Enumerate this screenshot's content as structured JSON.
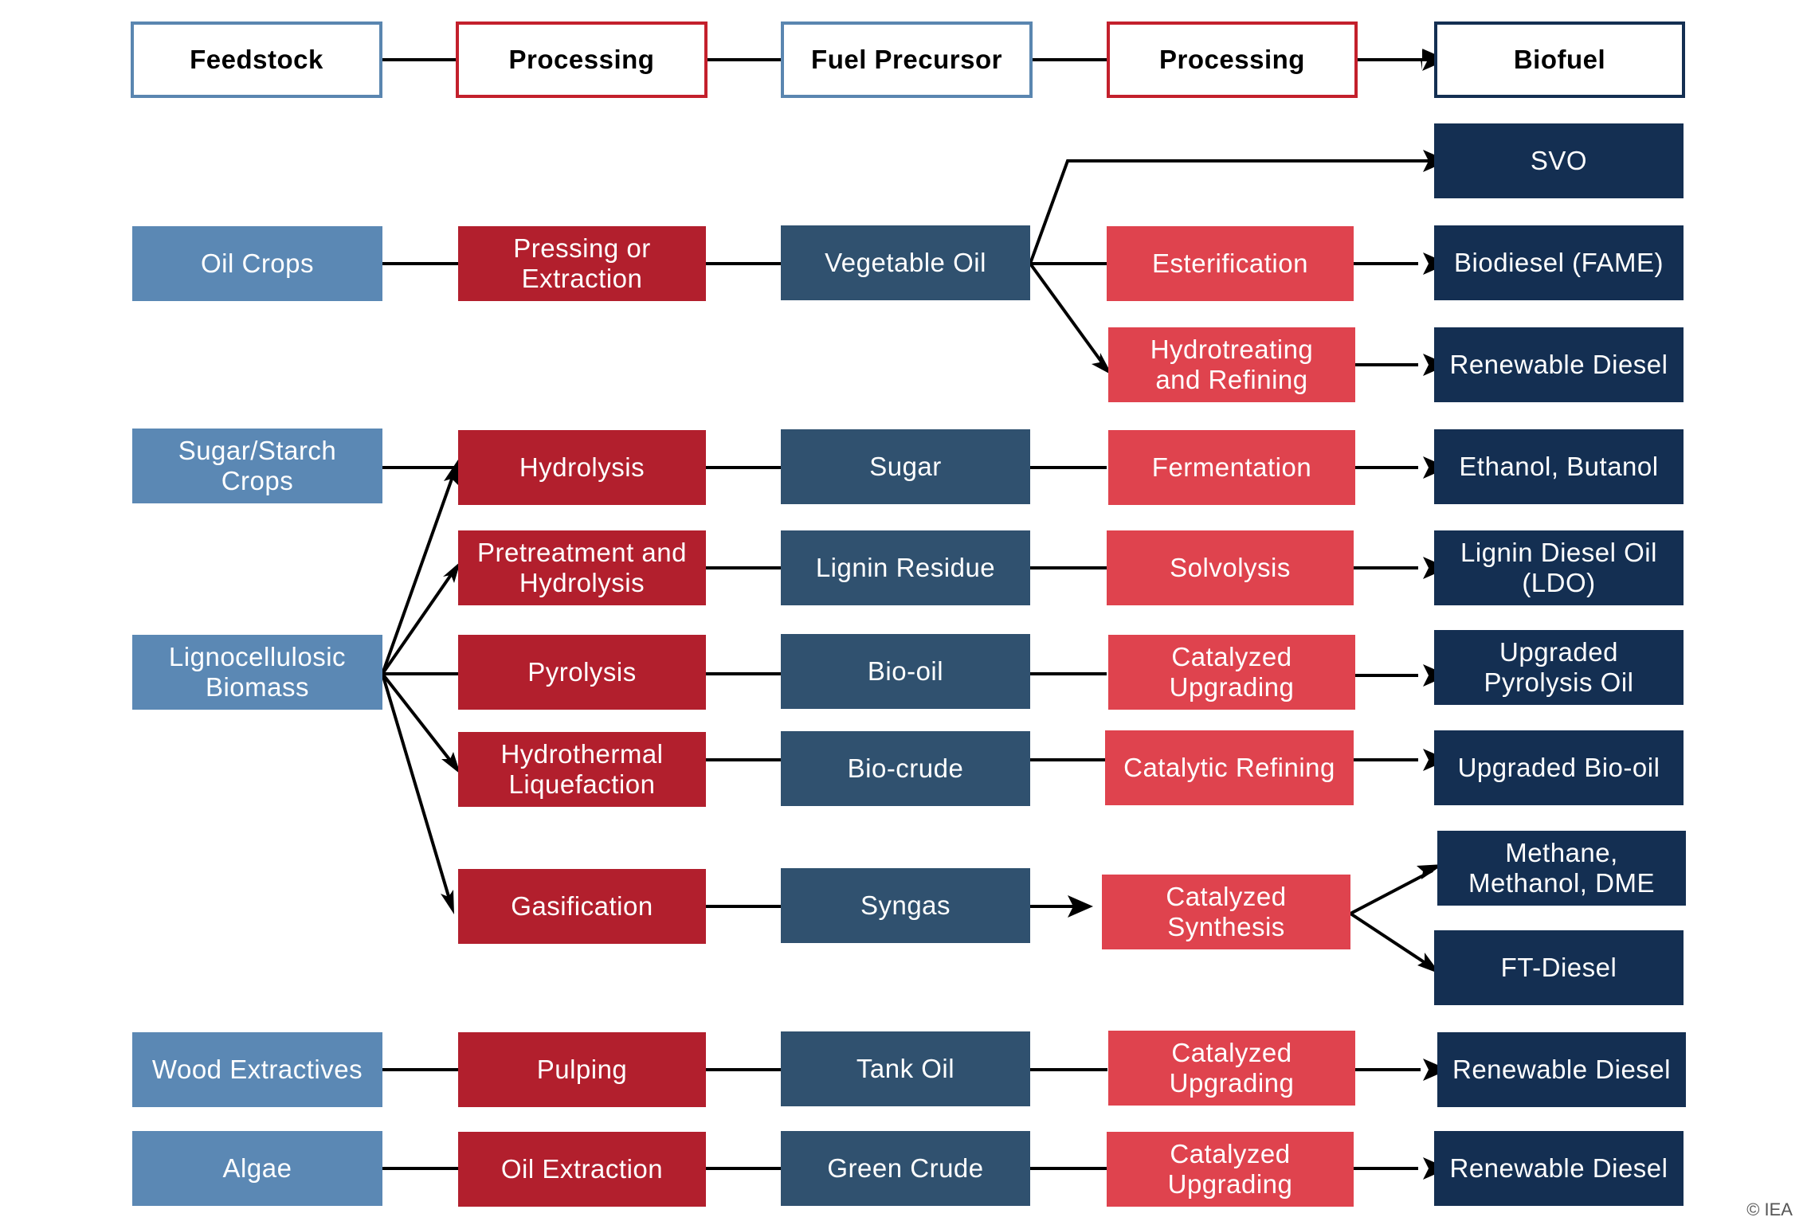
{
  "headers": {
    "feedstock": "Feedstock",
    "processing_1": "Processing",
    "precursor": "Fuel Precursor",
    "processing_2": "Processing",
    "biofuel": "Biofuel"
  },
  "feedstock": {
    "oil_crops": "Oil Crops",
    "sugar_starch": "Sugar/Starch\nCrops",
    "lignocellulosic": "Lignocellulosic\nBiomass",
    "wood_extractives": "Wood Extractives",
    "algae": "Algae"
  },
  "processing_1": {
    "pressing": "Pressing or\nExtraction",
    "hydrolysis": "Hydrolysis",
    "pretreatment": "Pretreatment and\nHydrolysis",
    "pyrolysis": "Pyrolysis",
    "htl": "Hydrothermal\nLiquefaction",
    "gasification": "Gasification",
    "pulping": "Pulping",
    "oil_extraction": "Oil Extraction"
  },
  "precursor": {
    "vegetable_oil": "Vegetable Oil",
    "sugar": "Sugar",
    "lignin_residue": "Lignin Residue",
    "bio_oil": "Bio-oil",
    "bio_crude": "Bio-crude",
    "syngas": "Syngas",
    "tank_oil": "Tank Oil",
    "green_crude": "Green Crude"
  },
  "processing_2": {
    "esterification": "Esterification",
    "hydrotreating": "Hydrotreating\nand Refining",
    "fermentation": "Fermentation",
    "solvolysis": "Solvolysis",
    "catalyzed_upgrading_1": "Catalyzed\nUpgrading",
    "catalytic_refining": "Catalytic Refining",
    "catalyzed_synthesis": "Catalyzed\nSynthesis",
    "catalyzed_upgrading_2": "Catalyzed\nUpgrading",
    "catalyzed_upgrading_3": "Catalyzed\nUpgrading"
  },
  "biofuel": {
    "svo": "SVO",
    "biodiesel": "Biodiesel (FAME)",
    "renewable_diesel_1": "Renewable Diesel",
    "ethanol_butanol": "Ethanol, Butanol",
    "ldo": "Lignin Diesel Oil\n(LDO)",
    "upgraded_pyrolysis_oil": "Upgraded\nPyrolysis Oil",
    "upgraded_bio_oil": "Upgraded Bio-oil",
    "methane_methanol_dme": "Methane,\nMethanol, DME",
    "ft_diesel": "FT-Diesel",
    "renewable_diesel_2": "Renewable Diesel",
    "renewable_diesel_3": "Renewable Diesel"
  },
  "credit": "© IEA",
  "colors": {
    "feedstock": "#5b88b4",
    "processing_1": "#b21f2d",
    "precursor": "#30516f",
    "processing_2": "#df434e",
    "biofuel": "#142f52",
    "connector": "#000000"
  }
}
